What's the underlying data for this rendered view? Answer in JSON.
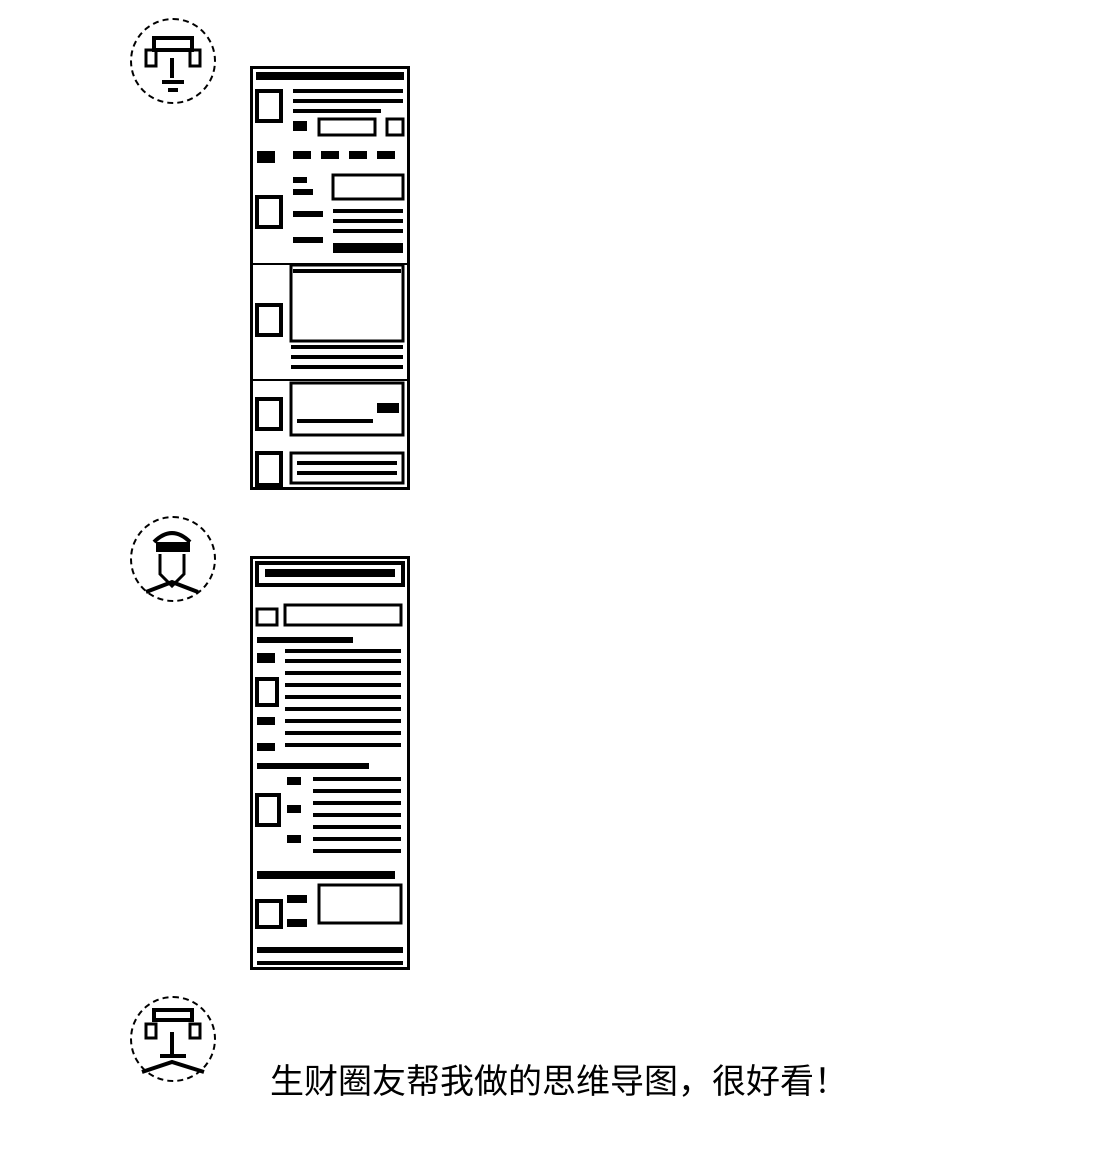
{
  "messages": [
    {
      "sender": "",
      "type": "image",
      "image_name": "mind-map-screenshot-1"
    },
    {
      "sender": "",
      "type": "image",
      "image_name": "mind-map-screenshot-2"
    },
    {
      "sender": "",
      "type": "text",
      "text": "生财圈友帮我做的思维导图，很好看！"
    }
  ]
}
